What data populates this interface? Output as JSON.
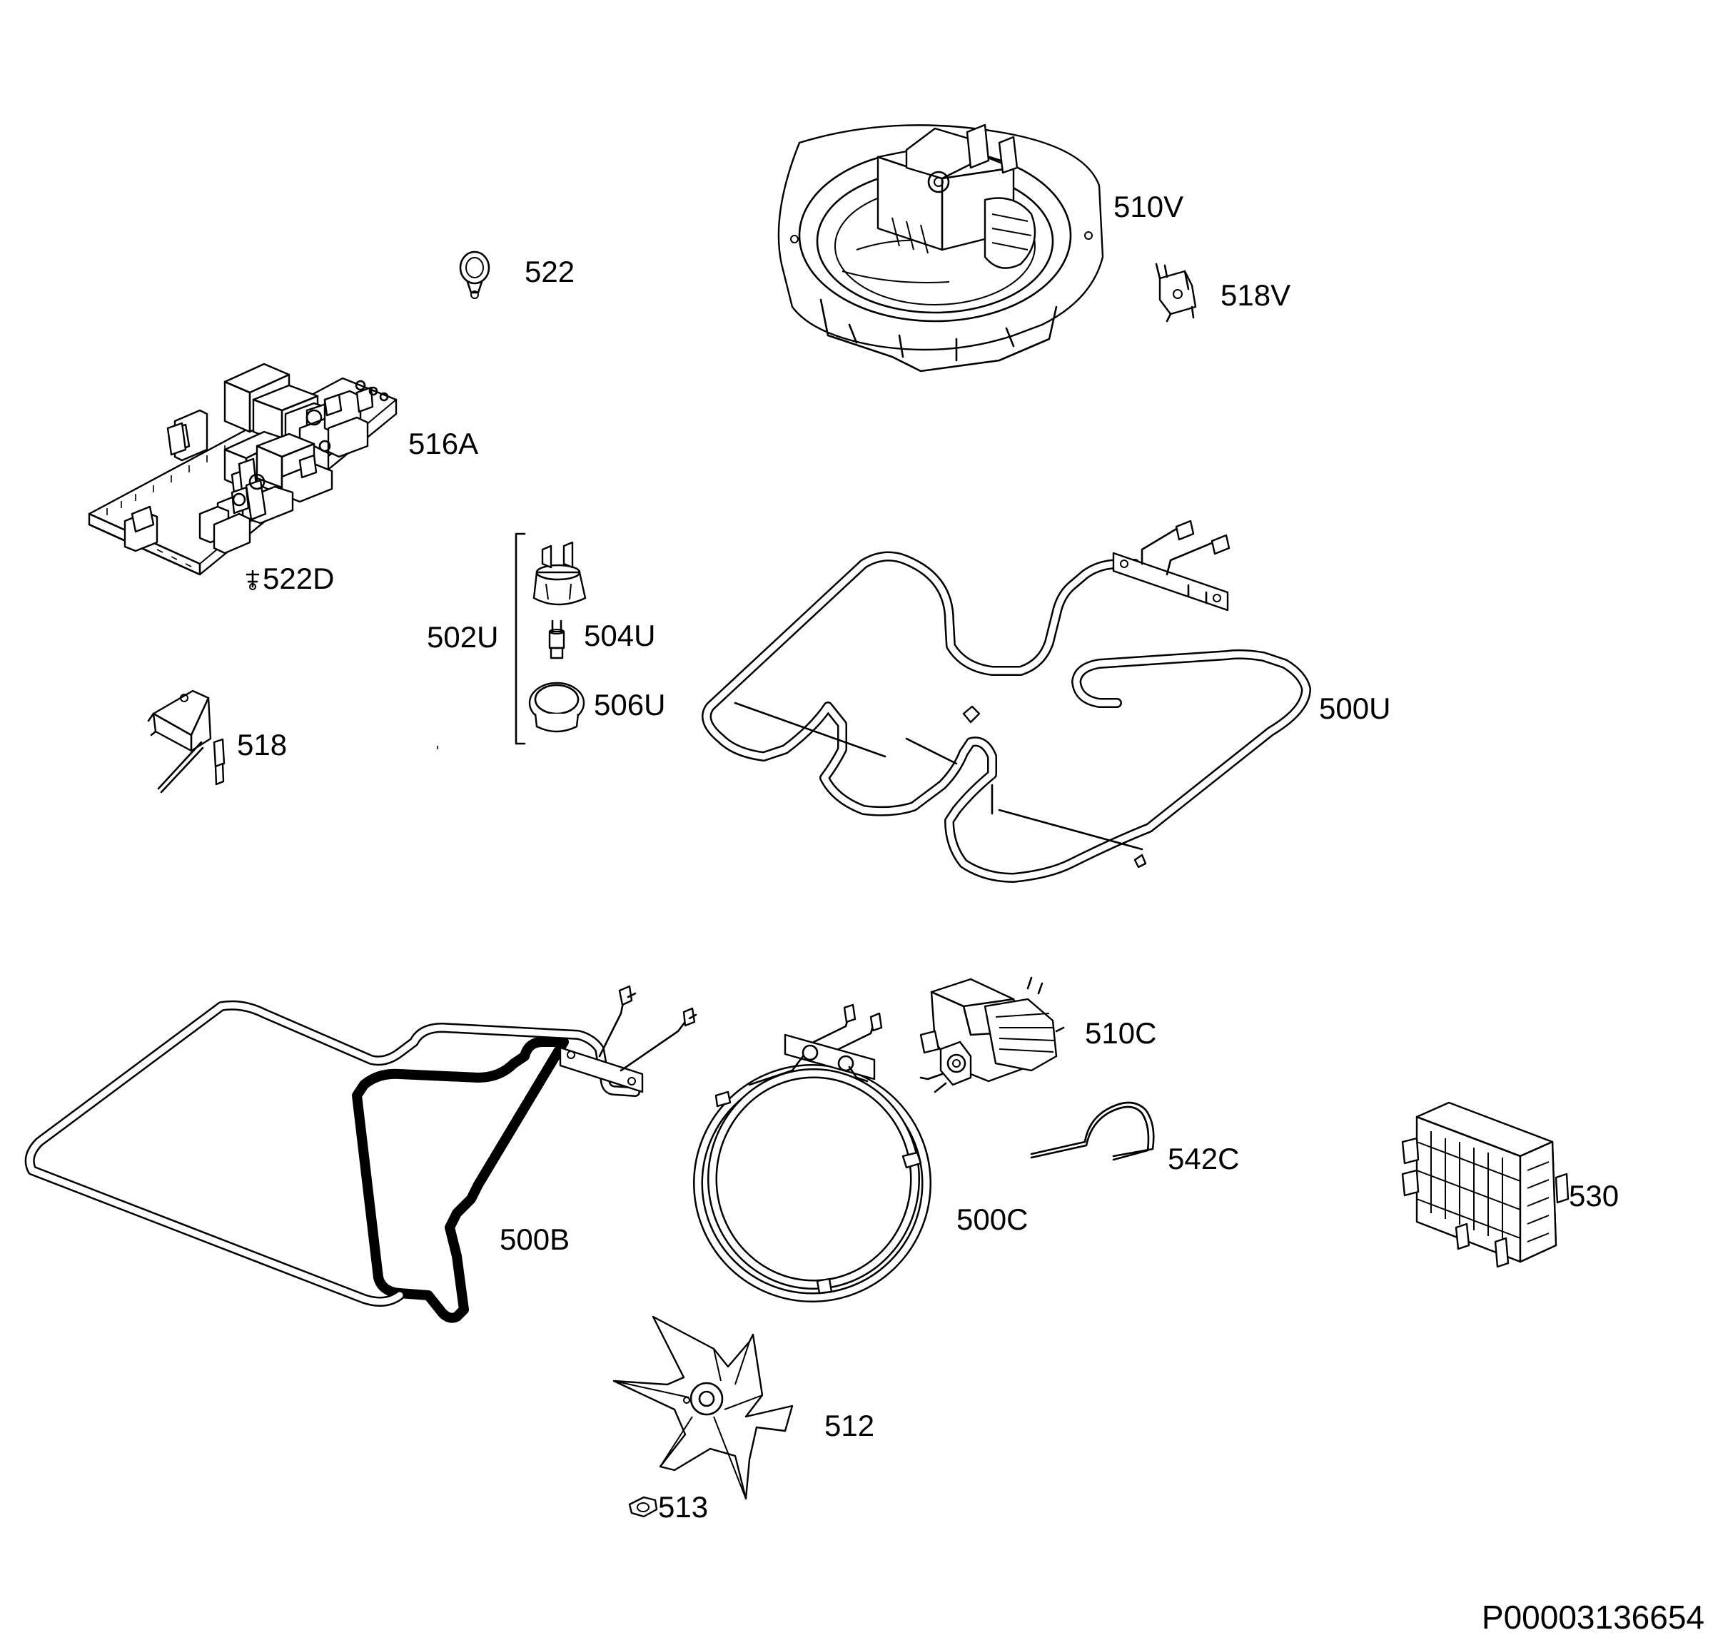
{
  "labels": {
    "p510V": "510V",
    "p522": "522",
    "p518V": "518V",
    "p516A": "516A",
    "p522D": "522D",
    "p502U": "502U",
    "p504U": "504U",
    "p506U": "506U",
    "p500U": "500U",
    "p518": "518",
    "p510C": "510C",
    "p542C": "542C",
    "p530": "530",
    "p500B": "500B",
    "p500C": "500C",
    "p512": "512",
    "p513": "513"
  },
  "document_id": "P00003136654"
}
